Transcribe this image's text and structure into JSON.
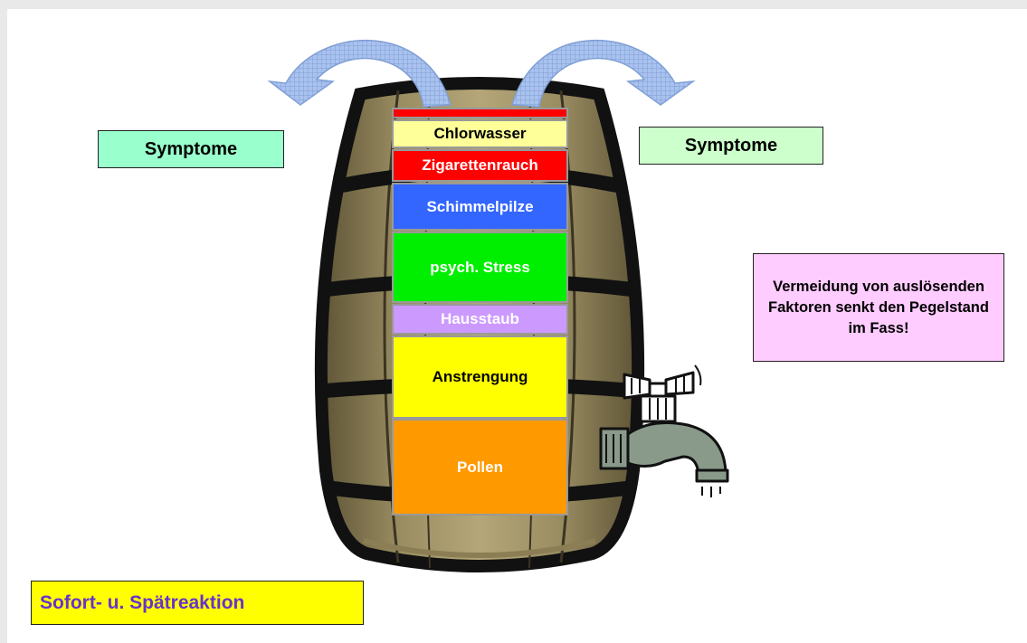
{
  "symptoms_left": "Symptome",
  "symptoms_right": "Symptome",
  "note": "Vermeidung von auslösenden Faktoren senkt den Pegelstand im Fass!",
  "reaction_label": "Sofort- u. Spätreaktion",
  "layers": [
    {
      "label": "",
      "color": "#ff0000",
      "text_color": "#ffffff"
    },
    {
      "label": "Chlorwasser",
      "color": "#ffff99",
      "text_color": "#000000"
    },
    {
      "label": "Zigarettenrauch",
      "color": "#ff0000",
      "text_color": "#ffffff"
    },
    {
      "label": "Schimmelpilze",
      "color": "#3366ff",
      "text_color": "#ffffff"
    },
    {
      "label": "psych. Stress",
      "color": "#00ee00",
      "text_color": "#ffffff"
    },
    {
      "label": "Hausstaub",
      "color": "#cc99ff",
      "text_color": "#ffffff"
    },
    {
      "label": "Anstrengung",
      "color": "#ffff00",
      "text_color": "#000000"
    },
    {
      "label": "Pollen",
      "color": "#ff9900",
      "text_color": "#ffffff"
    }
  ],
  "colors": {
    "barrel_wood": "#8b7e55",
    "barrel_band": "#111111",
    "arrow_fill": "#a9c2ee",
    "tap_fill": "#8a9a8a"
  },
  "icons": [
    "overflow-arrow-left",
    "overflow-arrow-right",
    "barrel",
    "water-tap"
  ]
}
